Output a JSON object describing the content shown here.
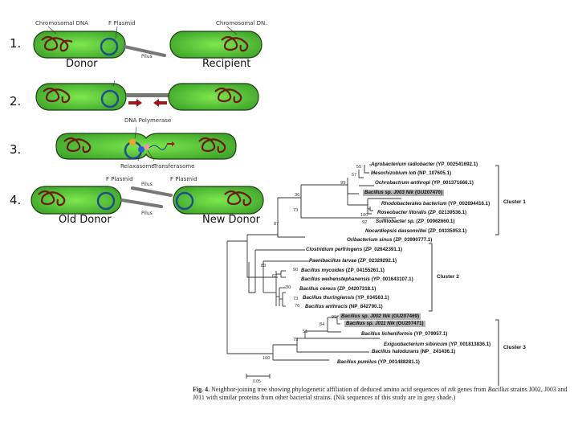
{
  "conjugation": {
    "steps": [
      "1.",
      "2.",
      "3.",
      "4."
    ],
    "labels": {
      "chromosomal_dna_left": "Chromosomal DNA",
      "f_plasmid_1": "F Plasmid",
      "chromosomal_dna_right": "Chromosomal DN.",
      "pilus_1": "Pilus",
      "donor": "Donor",
      "recipient": "Recipient",
      "dna_polymerase": "DNA Polymerase",
      "relaxasome": "Relaxasome",
      "transferasome": "Transferasome",
      "f_plasmid_4a": "F Plasmid",
      "f_plasmid_4b": "F Plasmid",
      "pilus_4a": "Pilus",
      "pilus_4b": "Pilus",
      "old_donor": "Old Donor",
      "new_donor": "New Donor"
    },
    "colors": {
      "cell": "#4fc43a",
      "chromosome": "#6b1a0a",
      "plasmid": "#1f4e8c",
      "pilus": "#777777",
      "arrow": "#9b1b1b"
    }
  },
  "tree": {
    "leaves": [
      {
        "name": "Agrobacterium radiobacter",
        "acc": "(YP_002541692.1)",
        "shaded": false
      },
      {
        "name": "Mesorhizobium loti",
        "acc": "(NP_107605.1)",
        "shaded": false
      },
      {
        "name": "Ochrobactrum anthropi",
        "acc": "(YP_001371666.1)",
        "shaded": false
      },
      {
        "name": "Bacillus sp. J003 Nik",
        "acc": "(GU207470)",
        "shaded": true
      },
      {
        "name": "Rhodobacterales bacterium",
        "acc": "(YP_002694416.1)",
        "shaded": false
      },
      {
        "name": "Roseobacter litoralis",
        "acc": "(ZP_02139536.1)",
        "shaded": false
      },
      {
        "name": "Sulfitobacter sp.",
        "acc": "(ZP_00962660.1)",
        "shaded": false
      },
      {
        "name": "Nocardiopsis dassonvillei",
        "acc": "(ZP_04335053.1)",
        "shaded": false
      },
      {
        "name": "Oribacterium sinus",
        "acc": "(ZP_03990777.1)",
        "shaded": false
      },
      {
        "name": "Clostridium perfringens",
        "acc": "(ZP_02642391.1)",
        "shaded": false
      },
      {
        "name": "Paenibacillus larvae",
        "acc": "(ZP_02329292.1)",
        "shaded": false
      },
      {
        "name": "Bacillus mycoides",
        "acc": "(ZP_04155261.1)",
        "shaded": false
      },
      {
        "name": "Bacillus weihenstephanensis",
        "acc": "(YP_001643107.1)",
        "shaded": false
      },
      {
        "name": "Bacillus cereus",
        "acc": "(ZP_04207318.1)",
        "shaded": false
      },
      {
        "name": "Bacillus thuringiensis",
        "acc": "(YP_034563.1)",
        "shaded": false
      },
      {
        "name": "Bacillus anthracis",
        "acc": "(NP_842790.1)",
        "shaded": false
      },
      {
        "name": "Bacillus sp. J002 Nik",
        "acc": "(GU207469)",
        "shaded": true
      },
      {
        "name": "Bacillus sp. J011 Nik",
        "acc": "(GU207471)",
        "shaded": true
      },
      {
        "name": "Bacillus licheniformis",
        "acc": "(YP_079957.1)",
        "shaded": false
      },
      {
        "name": "Exiguobacterium sibiricum",
        "acc": "(YP_001813836.1)",
        "shaded": false
      },
      {
        "name": "Bacillus halodurans",
        "acc": "(NP_ 241436.1)",
        "shaded": false
      },
      {
        "name": "Bacillus pumilus",
        "acc": "(YP_001488281.1)",
        "shaded": false
      }
    ],
    "bootstrap": [
      "55",
      "57",
      "99",
      "36",
      "100",
      "92",
      "73",
      "87",
      "83",
      "90",
      "67",
      "90",
      "73",
      "76",
      "99",
      "84",
      "51",
      "75",
      "100"
    ],
    "clusters": [
      "Cluster 1",
      "Cluster 2",
      "Cluster 3"
    ],
    "scale_label": "0.05"
  },
  "caption": {
    "fig_label": "Fig. 4.",
    "text_a": " Neighbor-joining tree showing phylogenetic affiliation of deduced amino acid sequences of ",
    "gene": "nik",
    "text_b": " genes from ",
    "genus": "Bacillus",
    "text_c": " strains J002, J003 and J011 with similar proteins from other bacterial strains. (Nik sequences of this study are in grey shade.)"
  }
}
